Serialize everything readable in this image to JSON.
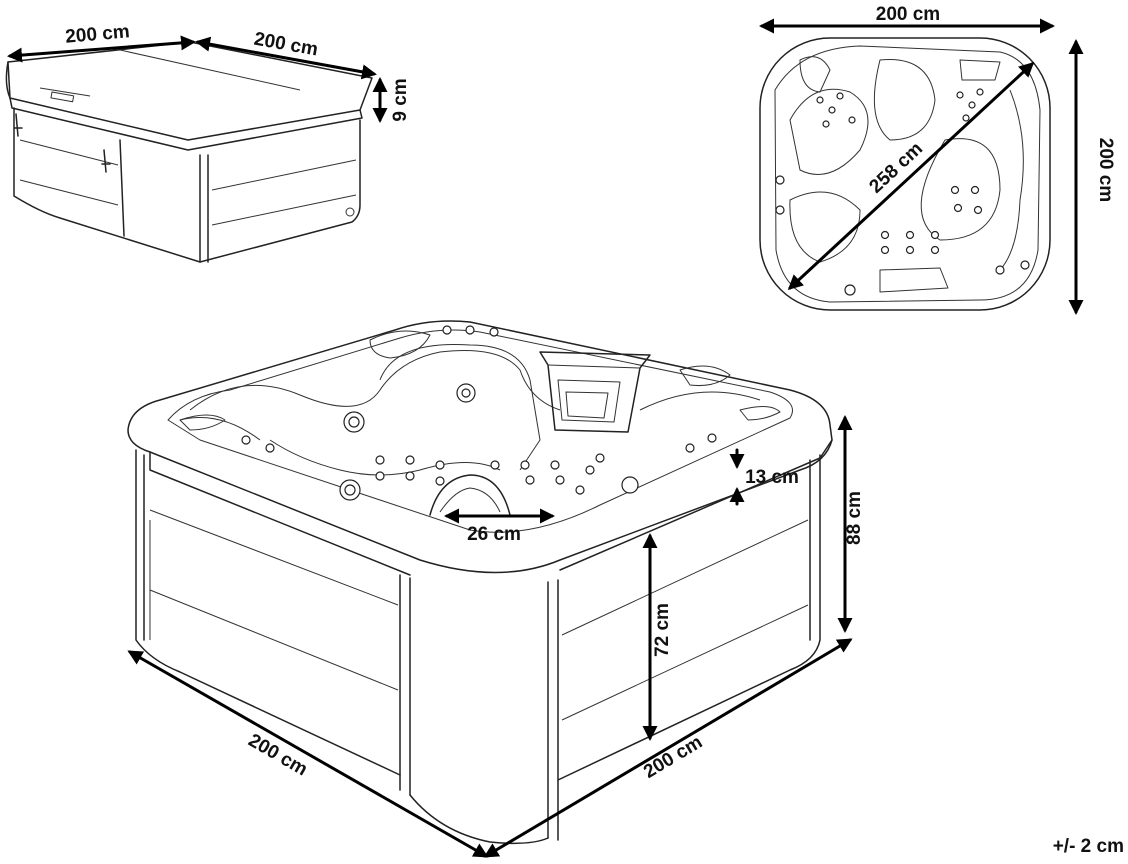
{
  "labels": {
    "cover_length": "200 cm",
    "cover_width": "200 cm",
    "cover_thickness": "9 cm",
    "top_width": "200 cm",
    "top_depth": "200 cm",
    "top_diagonal": "258 cm",
    "main_depth_seat": "13 cm",
    "main_height_total": "88 cm",
    "main_height_inner": "72 cm",
    "main_step_width": "26 cm",
    "main_length_left": "200 cm",
    "main_length_right": "200 cm",
    "tolerance": "+/- 2 cm"
  },
  "colors": {
    "line": "#222222",
    "arrow": "#000000",
    "background": "#ffffff"
  }
}
